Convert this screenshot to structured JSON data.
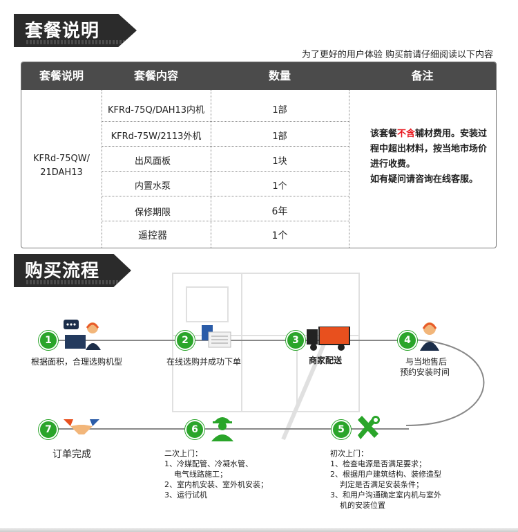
{
  "section1": {
    "title": "套餐说明"
  },
  "notice": "为了更好的用户体验  购买前请仔细阅读以下内容",
  "table": {
    "headers": [
      "套餐说明",
      "套餐内容",
      "数量",
      "备注"
    ],
    "model_line1": "KFRd-75QW/",
    "model_line2": "21DAH13",
    "rows": [
      {
        "item": "KFRd-75Q/DAH13内机",
        "qty": "1部"
      },
      {
        "item": "KFRd-75W/2113外机",
        "qty": "1部"
      },
      {
        "item": "出风面板",
        "qty": "1块"
      },
      {
        "item": "内置水泵",
        "qty": "1个"
      },
      {
        "item": "保修期限",
        "qty": "6年"
      },
      {
        "item": "遥控器",
        "qty": "1个"
      }
    ],
    "remark": {
      "p1_pre": "该套餐",
      "p1_red": "不含",
      "p1_post": "辅材费用。安装过程中超出材料，按当地市场价进行收费。",
      "p2": "如有疑问请咨询在线客服。"
    }
  },
  "section2": {
    "title": "购买流程"
  },
  "steps": [
    {
      "num": "1",
      "label": "根据面积，合理选购机型"
    },
    {
      "num": "2",
      "label": "在线选购并成功下单"
    },
    {
      "num": "3",
      "label": "商家配送"
    },
    {
      "num": "4",
      "label1": "与当地售后",
      "label2": "预约安装时间"
    },
    {
      "num": "5",
      "text": "初次上门：\n1、检查电源是否满足要求；\n2、根据用户建筑结构、装修造型\n    判定是否满足安装条件；\n3、和用户沟通确定室内机与室外\n    机的安装位置"
    },
    {
      "num": "6",
      "text": "二次上门：\n1、冷媒配管、冷凝水管、\n    电气线路施工；\n2、室内机安装、室外机安装；\n3、运行试机"
    },
    {
      "num": "7",
      "label": "订单完成"
    }
  ],
  "colors": {
    "green": "#2aa52a",
    "red": "#e8141b",
    "dark": "#2b2b2b",
    "header": "#4b4b4b"
  }
}
